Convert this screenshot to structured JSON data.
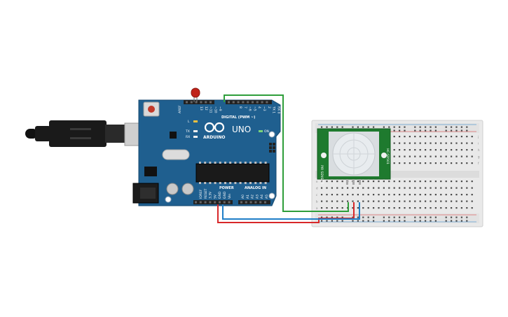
{
  "board": {
    "brand": "ARDUINO",
    "model": "UNO",
    "digital_label": "DIGITAL (PWM ~)",
    "analog_label": "ANALOG IN",
    "power_label": "POWER",
    "on_label": "ON",
    "aref_label": "AREF",
    "gnd_label": "GND",
    "l_label": "L",
    "tx_label": "TX",
    "rx_label": "RX",
    "digital_pins": [
      "13",
      "12",
      "~11",
      "~10",
      "~9",
      "8",
      "7",
      "~6",
      "~5",
      "4",
      "~3",
      "2",
      "TX 1",
      "RX 0"
    ],
    "power_pins": [
      "IOREF",
      "RESET",
      "3.3V",
      "5V",
      "GND",
      "GND",
      "Vin"
    ],
    "analog_pins": [
      "A0",
      "A1",
      "A2",
      "A3",
      "A4",
      "A5"
    ],
    "colors": {
      "pcb": "#1f5f8f",
      "header": "#222222",
      "silk": "#ffffff"
    }
  },
  "sensor": {
    "name": "PIR Sensor",
    "left_text": "PIR SENSOR",
    "right_text": "HC-SR501",
    "colors": {
      "pcb": "#1e7a2e",
      "dome": "#e8ecef"
    }
  },
  "led": {
    "color": "#c0231a"
  },
  "breadboard": {
    "row_letters_top": [
      "j",
      "i",
      "h",
      "g",
      "f"
    ],
    "row_letters_bottom": [
      "e",
      "d",
      "c",
      "b",
      "a"
    ],
    "columns": 30
  },
  "wires": {
    "signal_color": "#2e9e3a",
    "power_color": "#d8282a",
    "ground_color": "#1f7fc8"
  },
  "usb": {
    "colors": {
      "body": "#1a1a1a",
      "plug": "#cfcfcf"
    }
  }
}
